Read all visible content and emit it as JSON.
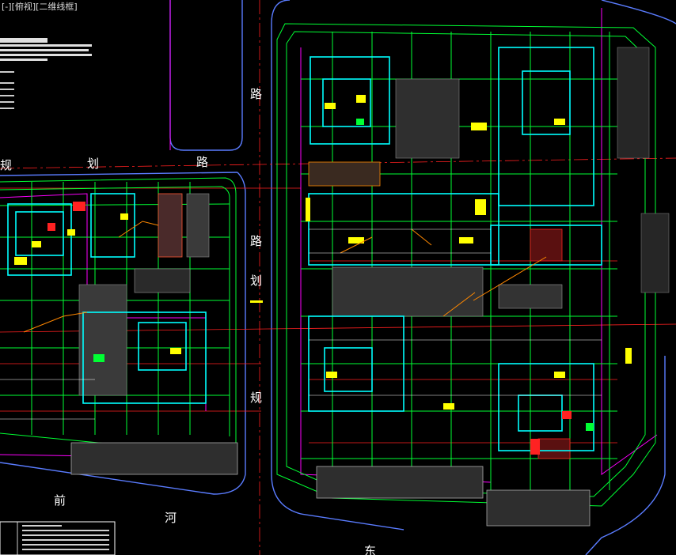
{
  "viewport": {
    "label": "[-][俯视][二维线框]"
  },
  "road_labels": {
    "top_right_lu": "路",
    "left_gui": "规",
    "left_hua": "划",
    "left_lu": "路",
    "mid_lu": "路",
    "mid_hua": "划",
    "mid_gui": "规",
    "bottom_qian": "前",
    "bottom_he": "河",
    "bottom_dong": "东"
  },
  "colors": {
    "background": "#000000",
    "site_boundary": "#5a7cff",
    "grid_green": "#00ff33",
    "building_cyan": "#00ffff",
    "axis_red": "#ff2020",
    "magenta": "#ff00ff",
    "yellow": "#ffff00",
    "orange": "#ff8800",
    "white": "#ffffff"
  }
}
